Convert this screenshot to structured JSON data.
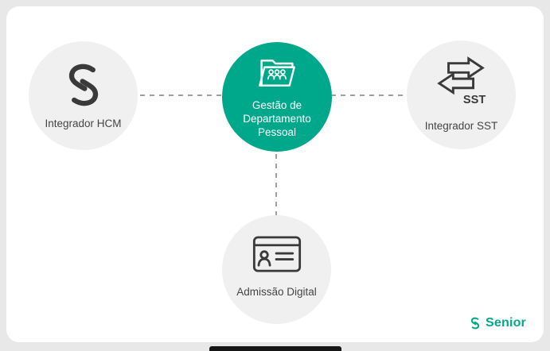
{
  "colors": {
    "accent": "#00a88b",
    "node_background": "#f0f0f0",
    "card_background": "#ffffff",
    "page_background": "#e8e8e8",
    "text": "#444444",
    "connector": "#a0a0a0"
  },
  "nodes": {
    "center": {
      "label": "Gestão de Departamento Pessoal",
      "icon": "folder-users-icon"
    },
    "left": {
      "label": "Integrador HCM",
      "icon": "senior-s-icon"
    },
    "right": {
      "label": "Integrador SST",
      "icon": "transfer-arrows-icon",
      "icon_text": "SST"
    },
    "bottom": {
      "label": "Admissão Digital",
      "icon": "id-card-icon"
    }
  },
  "footer": {
    "brand": "Senior"
  }
}
